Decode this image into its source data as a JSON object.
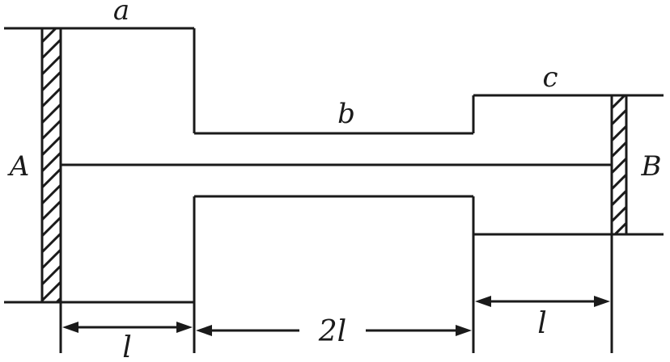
{
  "labels": {
    "segment_a": "a",
    "segment_b": "b",
    "segment_c": "c",
    "support_left": "A",
    "support_right": "B"
  },
  "dimensions": {
    "left": "l",
    "middle": "2l",
    "right": "l"
  }
}
